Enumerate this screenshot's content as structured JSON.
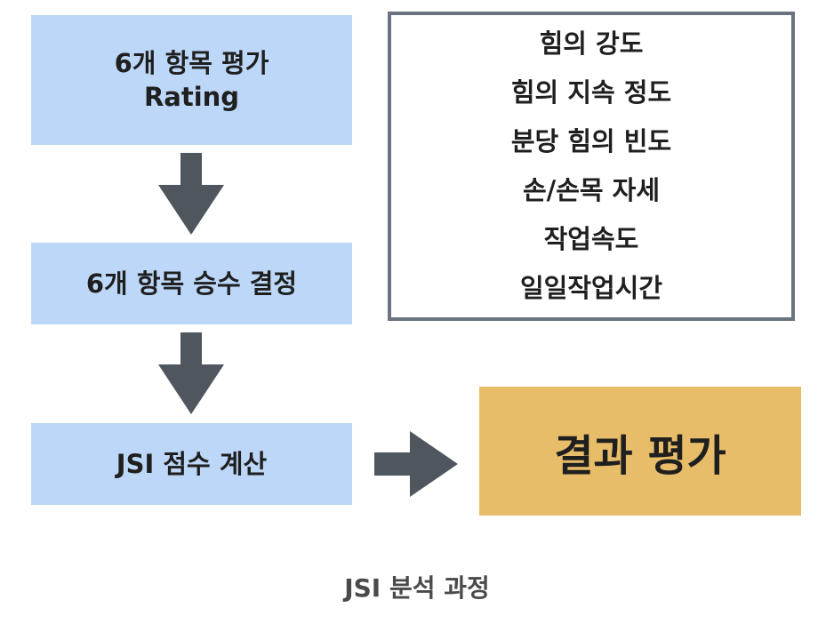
{
  "steps": [
    {
      "line1": "6개 항목 평가",
      "line2": "Rating"
    },
    {
      "line1": "6개 항목 승수 결정"
    },
    {
      "line1": "JSI 점수 계산"
    }
  ],
  "factors": [
    "힘의 강도",
    "힘의 지속 정도",
    "분당 힘의 빈도",
    "손/손목 자세",
    "작업속도",
    "일일작업시간"
  ],
  "result": "결과 평가",
  "caption": "JSI 분석 과정",
  "colors": {
    "step_fill": "#bcd7f7",
    "result_fill": "#e8bd6a",
    "arrow": "#4f565d",
    "factor_border": "#6b7280"
  }
}
